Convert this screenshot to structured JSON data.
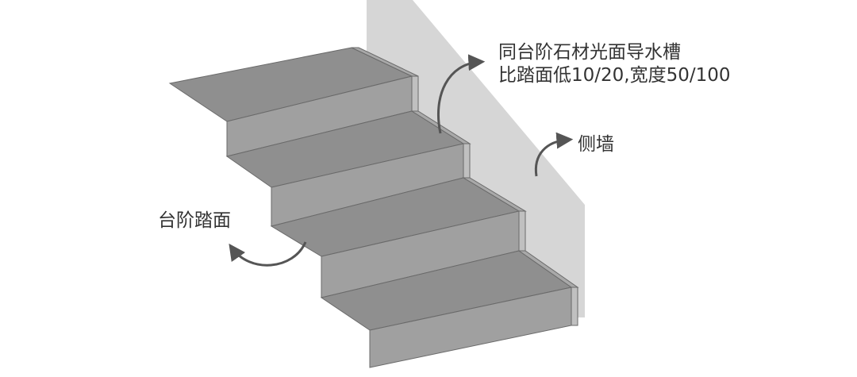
{
  "annotations": {
    "channel_line1": "同台阶石材光面导水槽",
    "channel_line2": "比踏面低10/20,宽度50/100",
    "side_wall": "侧墙",
    "step_tread": "台阶踏面"
  },
  "colors": {
    "wall": "#d6d6d6",
    "tread": "#8f8f8f",
    "riser": "#a0a0a0",
    "channel_top": "#a9a9a9",
    "channel_side": "#c0c0c0",
    "line": "#555555",
    "text": "#333333"
  }
}
